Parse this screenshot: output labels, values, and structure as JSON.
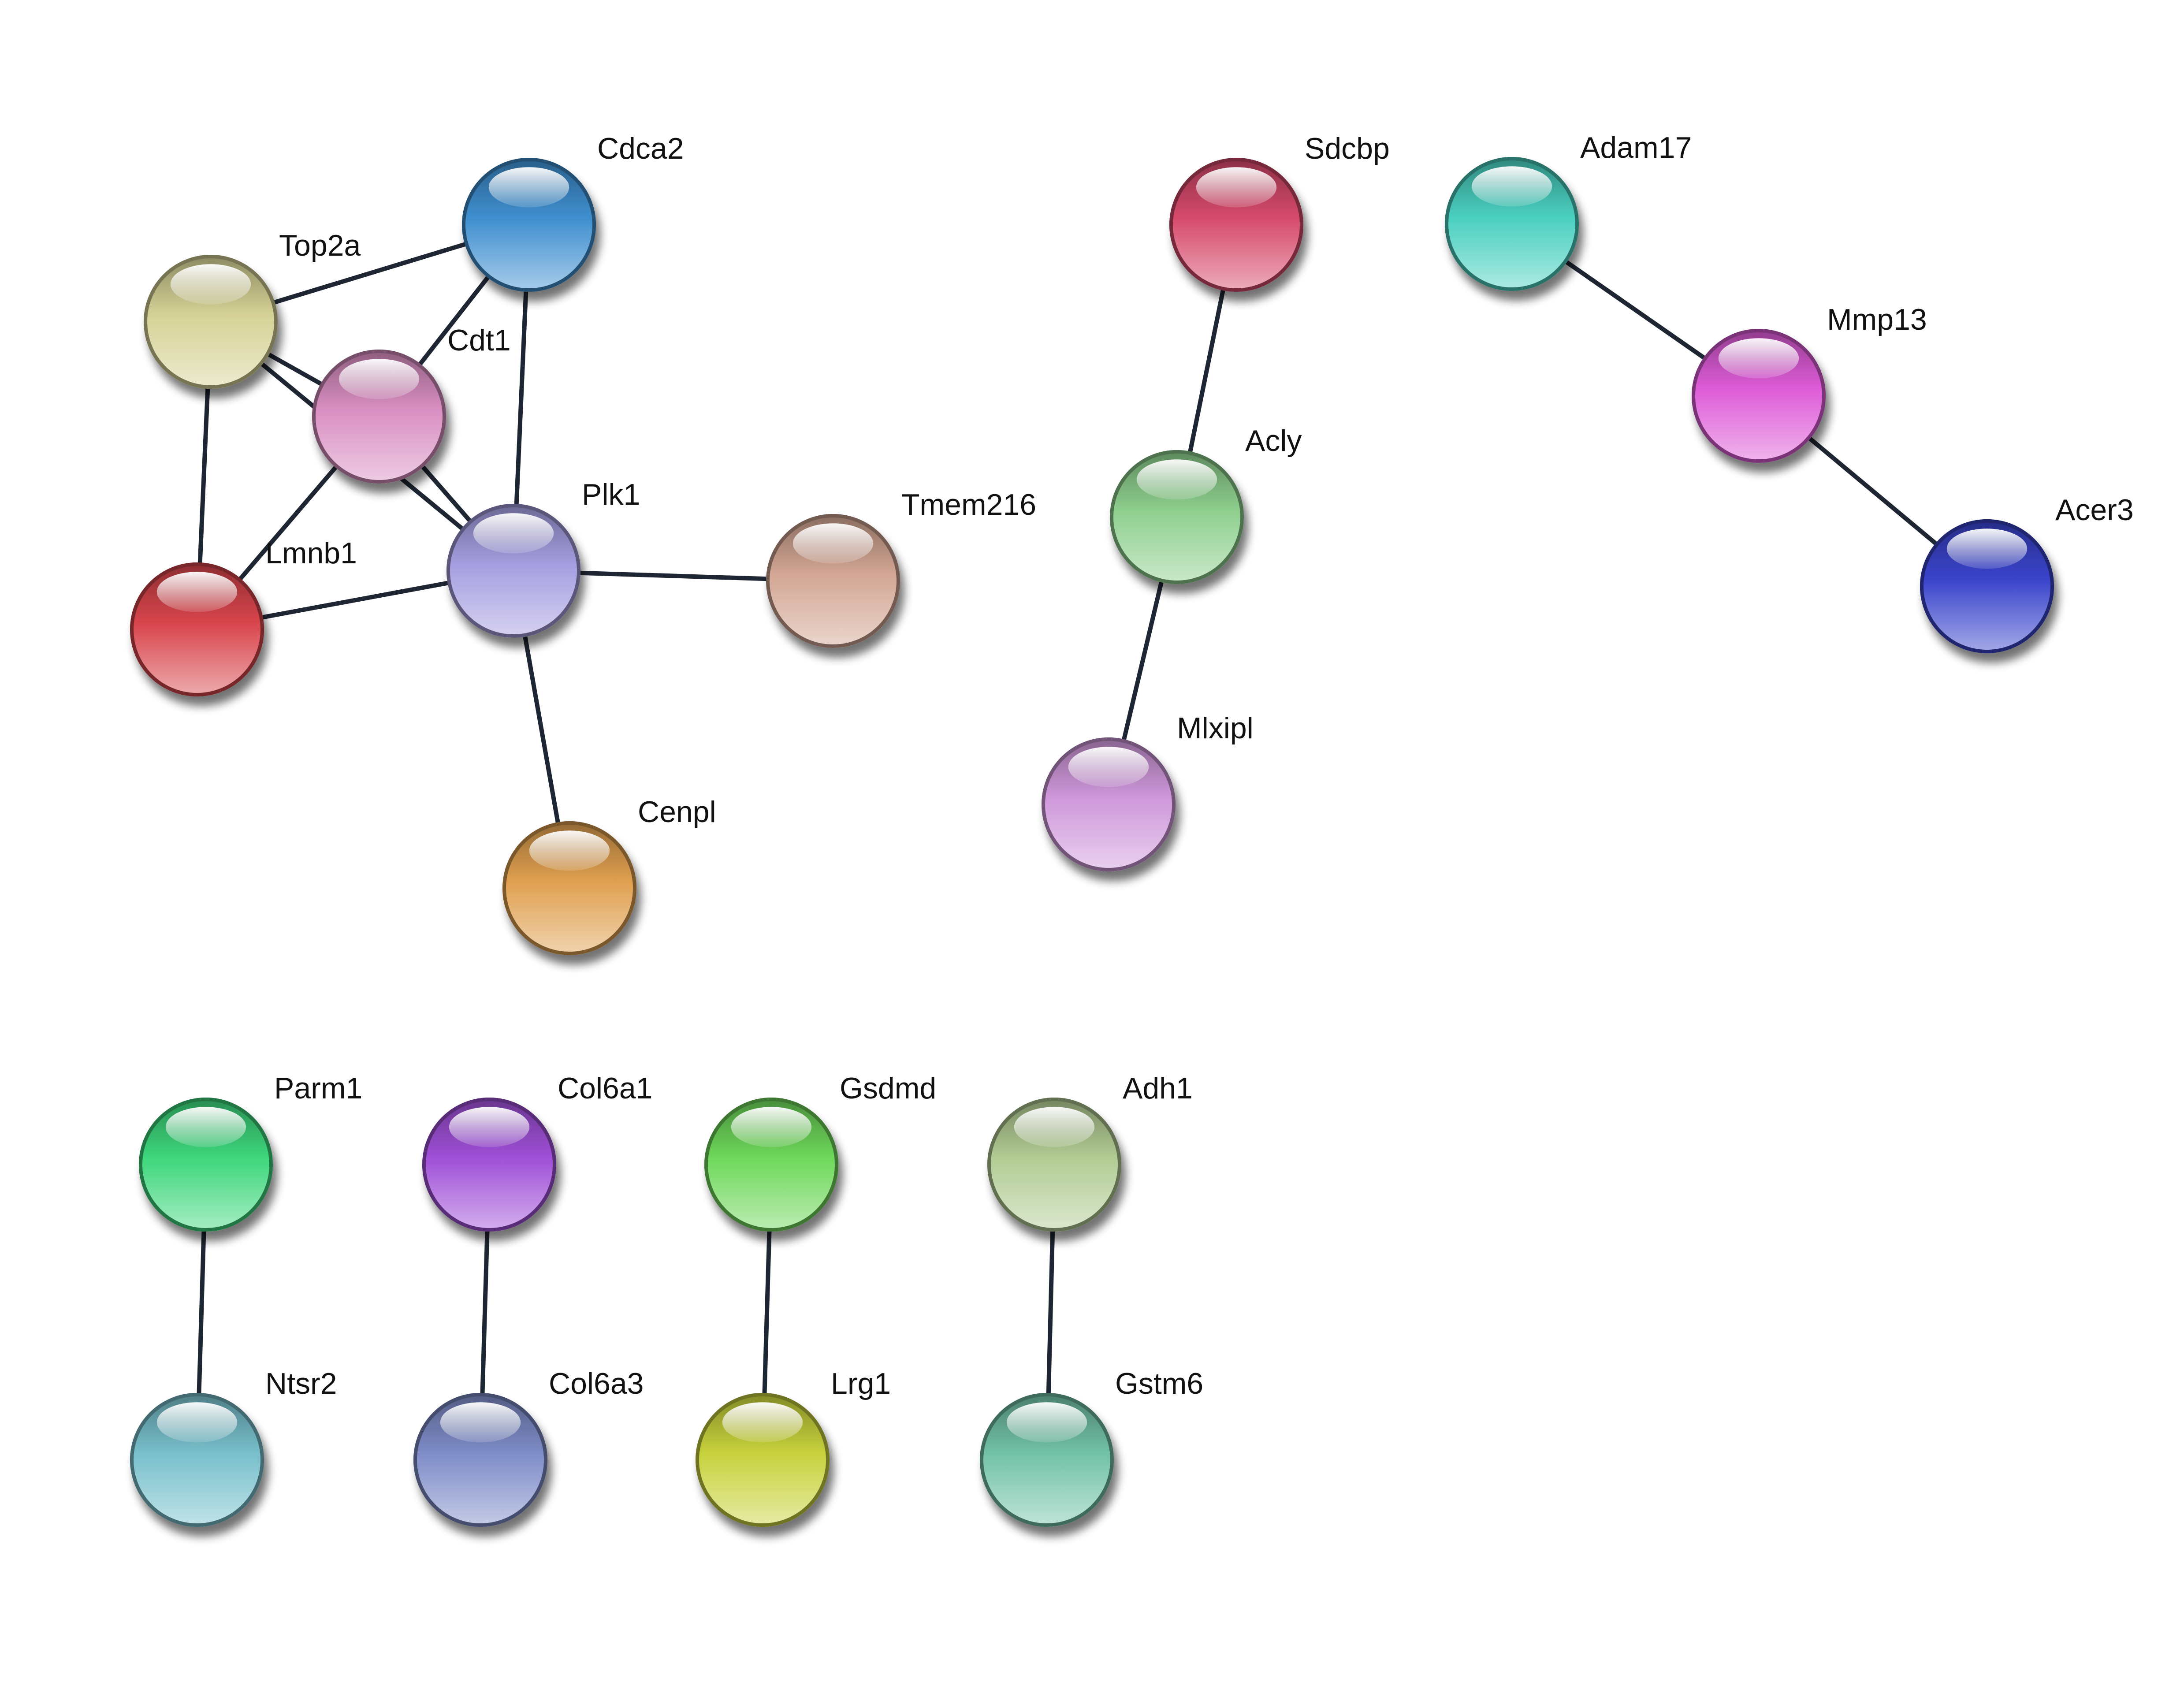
{
  "nodes": [
    {
      "id": "Cdca2",
      "label": "Cdca2",
      "color": "#3f8fd0"
    },
    {
      "id": "Top2a",
      "label": "Top2a",
      "color": "#d6d296"
    },
    {
      "id": "Cdt1",
      "label": "Cdt1",
      "color": "#d98fc2"
    },
    {
      "id": "Plk1",
      "label": "Plk1",
      "color": "#a59ee0"
    },
    {
      "id": "Lmnb1",
      "label": "Lmnb1",
      "color": "#d8454c"
    },
    {
      "id": "Tmem216",
      "label": "Tmem216",
      "color": "#d3a694"
    },
    {
      "id": "Cenpl",
      "label": "Cenpl",
      "color": "#e0a050"
    },
    {
      "id": "Sdcbp",
      "label": "Sdcbp",
      "color": "#d64a6c"
    },
    {
      "id": "Acly",
      "label": "Acly",
      "color": "#8ecf8e"
    },
    {
      "id": "Mlxipl",
      "label": "Mlxipl",
      "color": "#cf98db"
    },
    {
      "id": "Adam17",
      "label": "Adam17",
      "color": "#4ad0c0"
    },
    {
      "id": "Mmp13",
      "label": "Mmp13",
      "color": "#de5cd8"
    },
    {
      "id": "Acer3",
      "label": "Acer3",
      "color": "#3a44cc"
    },
    {
      "id": "Parm1",
      "label": "Parm1",
      "color": "#3ed77c"
    },
    {
      "id": "Ntsr2",
      "label": "Ntsr2",
      "color": "#78c0cc"
    },
    {
      "id": "Col6a1",
      "label": "Col6a1",
      "color": "#a050d8"
    },
    {
      "id": "Col6a3",
      "label": "Col6a3",
      "color": "#7e8cc8"
    },
    {
      "id": "Gsdmd",
      "label": "Gsdmd",
      "color": "#6ed85a"
    },
    {
      "id": "Lrg1",
      "label": "Lrg1",
      "color": "#c8d23c"
    },
    {
      "id": "Adh1",
      "label": "Adh1",
      "color": "#b2cc94"
    },
    {
      "id": "Gstm6",
      "label": "Gstm6",
      "color": "#72c2a8"
    }
  ],
  "edges": [
    {
      "source": "Top2a",
      "target": "Cdca2"
    },
    {
      "source": "Top2a",
      "target": "Cdt1"
    },
    {
      "source": "Top2a",
      "target": "Plk1"
    },
    {
      "source": "Top2a",
      "target": "Lmnb1"
    },
    {
      "source": "Cdca2",
      "target": "Cdt1"
    },
    {
      "source": "Cdca2",
      "target": "Plk1"
    },
    {
      "source": "Cdt1",
      "target": "Plk1"
    },
    {
      "source": "Cdt1",
      "target": "Lmnb1"
    },
    {
      "source": "Lmnb1",
      "target": "Plk1"
    },
    {
      "source": "Plk1",
      "target": "Tmem216"
    },
    {
      "source": "Plk1",
      "target": "Cenpl"
    },
    {
      "source": "Sdcbp",
      "target": "Acly"
    },
    {
      "source": "Acly",
      "target": "Mlxipl"
    },
    {
      "source": "Adam17",
      "target": "Mmp13"
    },
    {
      "source": "Mmp13",
      "target": "Acer3"
    },
    {
      "source": "Parm1",
      "target": "Ntsr2"
    },
    {
      "source": "Col6a1",
      "target": "Col6a3"
    },
    {
      "source": "Gsdmd",
      "target": "Lrg1"
    },
    {
      "source": "Adh1",
      "target": "Gstm6"
    }
  ]
}
